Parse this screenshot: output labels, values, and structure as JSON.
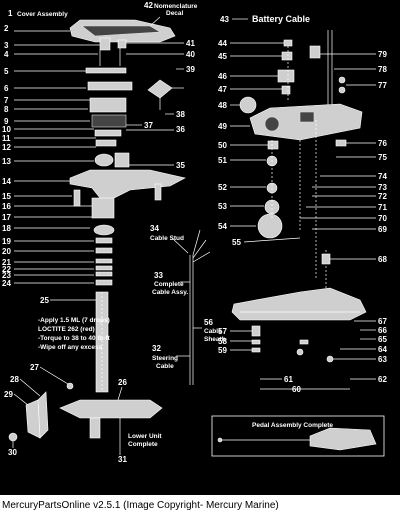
{
  "labels_left": [
    {
      "n": "1",
      "text": "Cover Assembly"
    },
    {
      "n": "2",
      "text": ""
    },
    {
      "n": "3",
      "text": ""
    },
    {
      "n": "4",
      "text": ""
    },
    {
      "n": "5",
      "text": ""
    },
    {
      "n": "6",
      "text": ""
    },
    {
      "n": "7",
      "text": ""
    },
    {
      "n": "8",
      "text": ""
    },
    {
      "n": "9",
      "text": ""
    },
    {
      "n": "10",
      "text": ""
    },
    {
      "n": "11",
      "text": ""
    },
    {
      "n": "12",
      "text": ""
    },
    {
      "n": "13",
      "text": ""
    },
    {
      "n": "14",
      "text": ""
    },
    {
      "n": "15",
      "text": ""
    },
    {
      "n": "16",
      "text": ""
    },
    {
      "n": "17",
      "text": ""
    },
    {
      "n": "18",
      "text": ""
    },
    {
      "n": "19",
      "text": ""
    },
    {
      "n": "20",
      "text": ""
    },
    {
      "n": "21",
      "text": ""
    },
    {
      "n": "22",
      "text": ""
    },
    {
      "n": "23",
      "text": ""
    },
    {
      "n": "24",
      "text": ""
    }
  ],
  "callouts": {
    "nomenclature": {
      "n": "42",
      "line1": "Nomenclature",
      "line2": "Decal"
    },
    "battery_cable": {
      "n": "43",
      "text": "Battery Cable"
    },
    "cable_stud": {
      "n": "34",
      "text": "Cable Stud"
    },
    "complete_cable": {
      "n": "33",
      "line1": "Complete",
      "line2": "Cable Assy."
    },
    "cable_sheath": {
      "n": "56",
      "line1": "Cable",
      "line2": "Sheath"
    },
    "steering_cable": {
      "n": "32",
      "line1": "Steering",
      "line2": "Cable"
    },
    "lower_unit": {
      "n": "31",
      "line1": "Lower Unit",
      "line2": "Complete"
    },
    "pedal_assembly": {
      "text": "Pedal Assembly Complete"
    }
  },
  "instructions": [
    "-Apply 1.5 ML (7 drops)",
    "LOCTITE 262 (red)",
    "-Torque to 38 to 40 lb-ft",
    "-Wipe off any excess"
  ],
  "numbers": {
    "n25": "25",
    "n26": "26",
    "n27": "27",
    "n28": "28",
    "n29": "29",
    "n30": "30",
    "n35": "35",
    "n36": "36",
    "n37": "37",
    "n38": "38",
    "n39": "39",
    "n40": "40",
    "n41": "41",
    "n44": "44",
    "n45": "45",
    "n46": "46",
    "n47": "47",
    "n48": "48",
    "n49": "49",
    "n50": "50",
    "n51": "51",
    "n52": "52",
    "n53": "53",
    "n54": "54",
    "n55": "55",
    "n57": "57",
    "n58": "58",
    "n59": "59",
    "n60": "60",
    "n61": "61",
    "n62": "62",
    "n63": "63",
    "n64": "64",
    "n65": "65",
    "n66": "66",
    "n67": "67",
    "n68": "68",
    "n69": "69",
    "n70": "70",
    "n71": "71",
    "n72": "72",
    "n73": "73",
    "n74": "74",
    "n75": "75",
    "n76": "76",
    "n77": "77",
    "n78": "78",
    "n79": "79"
  },
  "footer": {
    "text": "MercuryPartsOnline v2.5.1 (Image Copyright- Mercury Marine)"
  },
  "colors": {
    "background": "#000000",
    "line": "#ffffff",
    "footer_bg": "#ffffff"
  }
}
